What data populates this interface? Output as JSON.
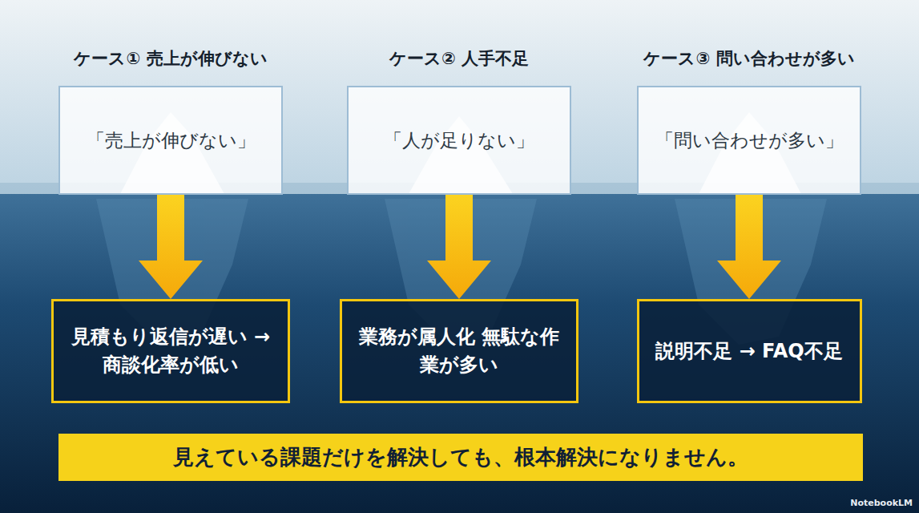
{
  "diagram": {
    "nodes": [
      {
        "text": [
          "ケース① 売上が伸びない",
          "「売上が伸びない」"
        ]
      },
      {
        "text": [
          "ケース② 人手不足",
          "「人が足りない」"
        ]
      },
      {
        "text": [
          "ケース③ 問い合わせが多い",
          "「問い合わせが多い」"
        ]
      },
      {
        "text": [
          "見積もり返信が遅い → 商談化率が低い"
        ]
      },
      {
        "text": [
          "業務が属人化 無駄な作業が多い"
        ]
      },
      {
        "text": [
          "説明不足 → FAQ不足"
        ]
      },
      {
        "text": [
          "見えている課題だけを解決しても、根本解決になりません。"
        ]
      }
    ],
    "edges": [
      {
        "from": 0,
        "to": 3,
        "arrow": "to"
      },
      {
        "from": 1,
        "to": 4,
        "arrow": "to"
      },
      {
        "from": 2,
        "to": 5,
        "arrow": "to"
      }
    ],
    "labels": [
      "NotebookLM"
    ]
  }
}
